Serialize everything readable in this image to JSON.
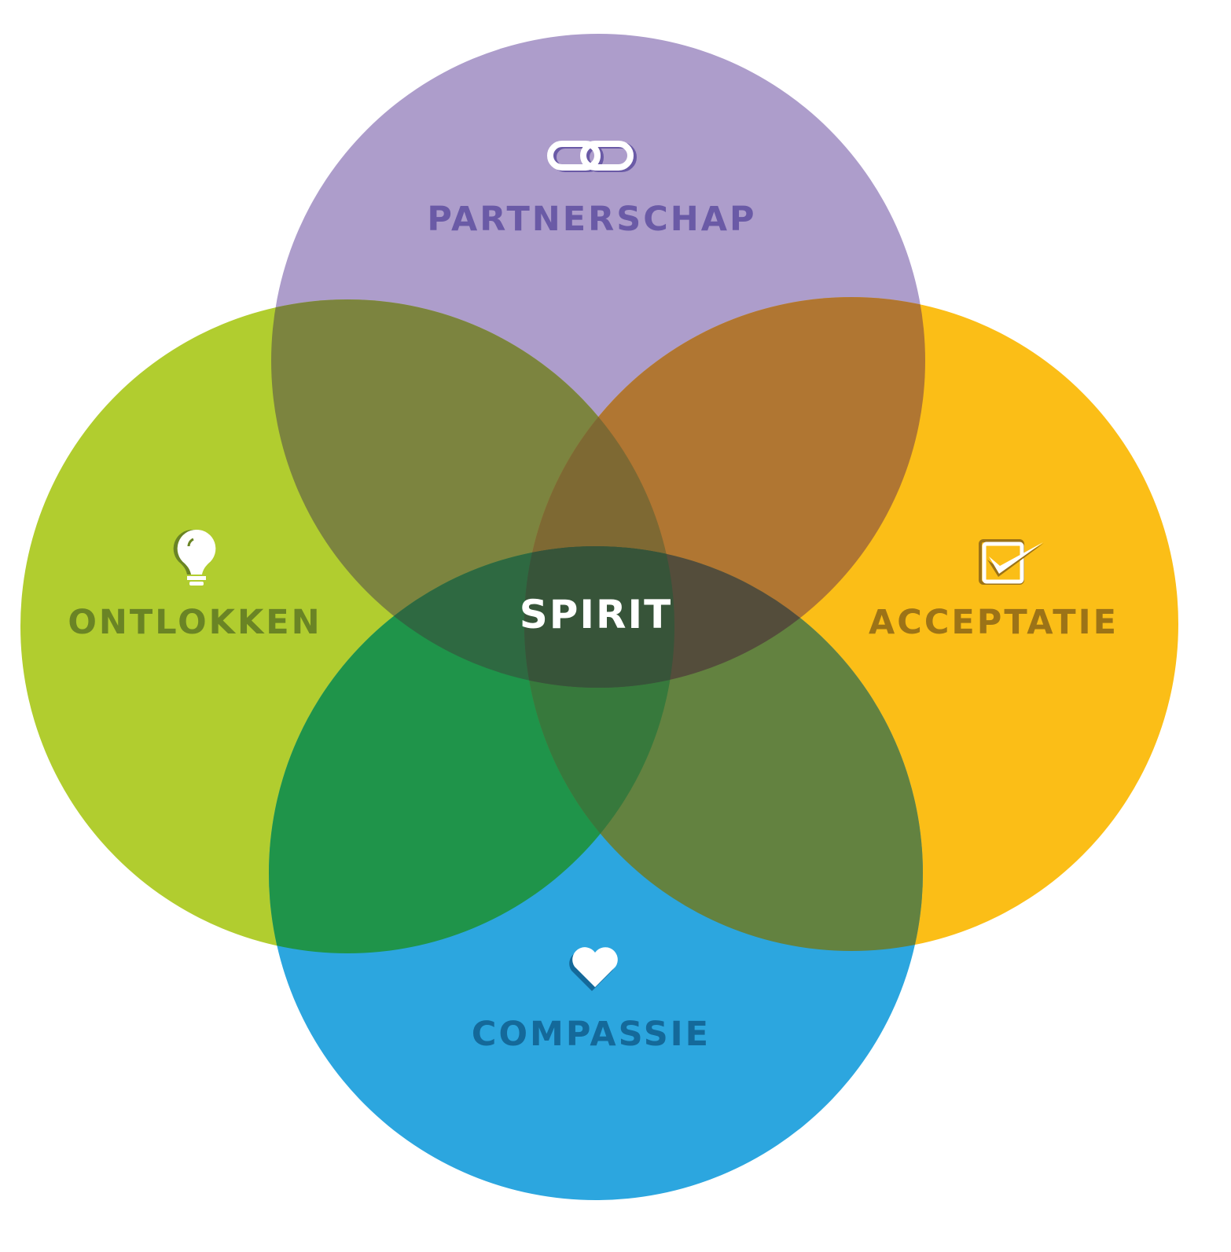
{
  "diagram": {
    "center": {
      "label": "SPIRIT",
      "color": "#ffffff"
    },
    "circles": [
      {
        "key": "partnerschap",
        "label": "PARTNERSCHAP",
        "icon": "chain-link-icon",
        "fill": "#ad9dcb",
        "text_color": "#6a5aa6"
      },
      {
        "key": "ontlokken",
        "label": "ONTLOKKEN",
        "icon": "light-bulb-icon",
        "fill": "#b1cd2f",
        "text_color": "#6a8425"
      },
      {
        "key": "acceptatie",
        "label": "ACCEPTATIE",
        "icon": "checkbox-check-icon",
        "fill": "#fbbe17",
        "text_color": "#9c7317"
      },
      {
        "key": "compassie",
        "label": "COMPASSIE",
        "icon": "heart-icon",
        "fill": "#2ca6df",
        "text_color": "#14699a"
      }
    ],
    "overlaps": {
      "partnerschap_ontlokken": "#7c843f",
      "partnerschap_acceptatie": "#b07632",
      "ontlokken_compassie": "#1f944a",
      "acceptatie_compassie": "#638240",
      "partnerschap_ontlokken_acceptatie": "#7e6933",
      "ontlokken_acceptatie_compassie": "#37793c",
      "partnerschap_ontlokken_compassie": "#2e6941",
      "partnerschap_acceptatie_compassie": "#544d3b",
      "all_four": "#375439"
    }
  }
}
